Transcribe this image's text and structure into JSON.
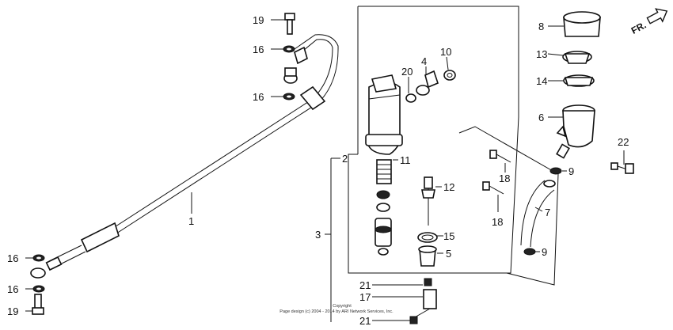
{
  "callouts": {
    "n1": "1",
    "n2": "2",
    "n3": "3",
    "n4": "4",
    "n5": "5",
    "n6": "6",
    "n7": "7",
    "n8": "8",
    "n9a": "9",
    "n9b": "9",
    "n10": "10",
    "n11": "11",
    "n12": "12",
    "n13": "13",
    "n14": "14",
    "n15": "15",
    "n16a": "16",
    "n16b": "16",
    "n16c": "16",
    "n16d": "16",
    "n17": "17",
    "n18a": "18",
    "n18b": "18",
    "n19a": "19",
    "n19b": "19",
    "n20": "20",
    "n21a": "21",
    "n21b": "21",
    "n22": "22"
  },
  "direction_marker": "FR.",
  "copyright": {
    "line1": "Copyright",
    "line2": "Page design (c) 2004 - 2014 by ARI Network Services, Inc."
  }
}
